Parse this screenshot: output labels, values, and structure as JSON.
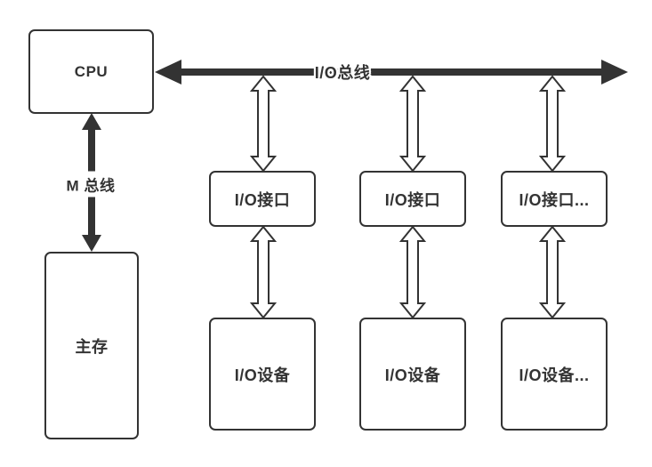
{
  "diagram": {
    "title_implied": "CPU / Memory / I-O bus block diagram",
    "cpu_label": "CPU",
    "memory_label": "主存",
    "memory_bus_label": "M 总线",
    "io_bus_label": "I/O总线",
    "columns": [
      {
        "interface_label": "I/O接口",
        "device_label": "I/O设备"
      },
      {
        "interface_label": "I/O接口",
        "device_label": "I/O设备"
      },
      {
        "interface_label": "I/O接口...",
        "device_label": "I/O设备..."
      }
    ]
  },
  "colors": {
    "line": "#333333",
    "text": "#333333",
    "background": "#ffffff",
    "arrow_fill_hollow": "#ffffff"
  }
}
